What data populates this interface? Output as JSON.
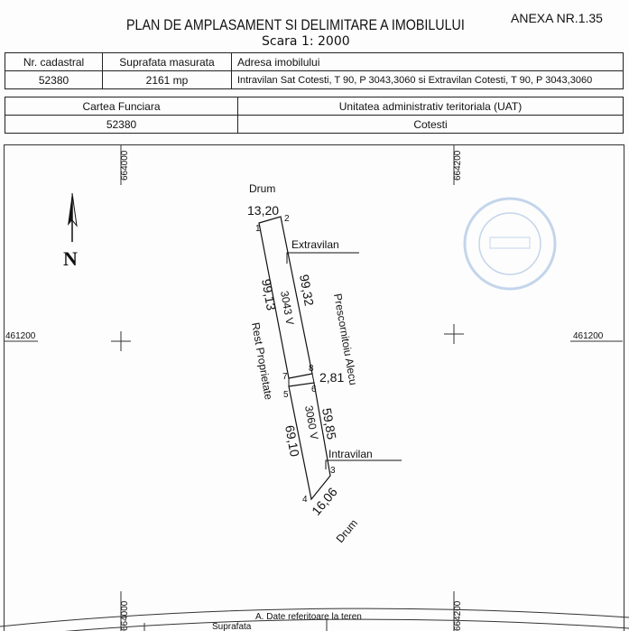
{
  "header": {
    "title": "PLAN DE AMPLASAMENT SI DELIMITARE A IMOBILULUI",
    "annex": "ANEXA NR.1.35",
    "scale": "Scara 1: 2000"
  },
  "table1": {
    "headers": [
      "Nr. cadastral",
      "Suprafata masurata",
      "Adresa imobilului"
    ],
    "values": [
      "52380",
      "2161 mp",
      "Intravilan Sat Cotesti, T 90, P 3043,3060 si Extravilan Cotesti, T 90, P 3043,3060"
    ]
  },
  "table2": {
    "headers": [
      "Cartea Funciara",
      "Unitatea administrativ teritoriala (UAT)"
    ],
    "values": [
      "52380",
      "Cotesti"
    ]
  },
  "map": {
    "grid": {
      "x_left": "664000",
      "x_right": "664200",
      "y": "461200"
    },
    "north": "N",
    "labels": {
      "drum_top": "Drum",
      "drum_bottom": "Drum",
      "extravilan": "Extravilan",
      "intravilan": "Intravilan",
      "rest": "Rest Proprietate",
      "neighbor": "Prescornitoiu Alecu",
      "parcel1": "3043 V",
      "parcel2": "3060 V"
    },
    "distances": {
      "d12": "13,20",
      "d18": "99,13",
      "d28": "99,32",
      "d86": "2,81",
      "d53": "69,10",
      "d63": "59,85",
      "d34": "16,06"
    },
    "points": [
      "1",
      "2",
      "3",
      "4",
      "5",
      "6",
      "7",
      "8"
    ],
    "stamp_color": "#7fa6d6"
  },
  "footer": {
    "section": "A. Date referitoare la teren",
    "col": "Suprafata"
  }
}
